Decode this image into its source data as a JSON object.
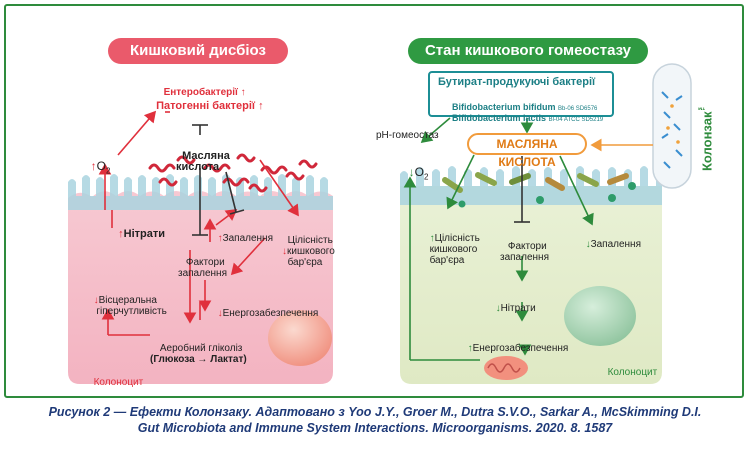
{
  "left": {
    "title": "Кишковий дисбіоз",
    "enterobacteria": "Ентеробактерії",
    "pathogenic": "Патогенні бактерії",
    "butyric_line1": "Масляна",
    "butyric_line2": "кислота",
    "o2": "O",
    "o2_sub": "2",
    "nitrates": "Нітрати",
    "inflammation": "Запалення",
    "integrity_line1": "Цілісність",
    "integrity_line2": "кишкового",
    "integrity_line3": "бар'єра",
    "factors_line1": "Фактори",
    "factors_line2": "запалення",
    "visceral_line1": "Вісцеральна",
    "visceral_line2": "гіперчутливість",
    "energy": "Енергозабезпечення",
    "glycolysis_line1": "Аеробний гліколіз",
    "glycolysis_line2": "(Глюкоза → Лактат)",
    "colonocyte": "Колоноцит"
  },
  "right": {
    "title": "Стан кишкового гомеостазу",
    "bact_title": "Бутират-продукуючі бактерії",
    "bact_line1": "Bifidobacterium bifidum",
    "bact_code1": "Bb-06 SD6576",
    "bact_line2": "Bifidobacterium lactis",
    "bact_code2": "Bl-04 ATCC SD5219",
    "ph": "pH-гомеостаз",
    "butyric": "МАСЛЯНА КИСЛОТА",
    "o2": "O",
    "o2_sub": "2",
    "integrity_line1": "Цілісність",
    "integrity_line2": "кишкового",
    "integrity_line3": "бар'єра",
    "factors_line1": "Фактори",
    "factors_line2": "запалення",
    "inflammation": "Запалення",
    "nitrates": "Нітрати",
    "energy": "Енергозабезпечення",
    "colonocyte": "Колоноцит",
    "product": "Колонзак",
    "product_tm": "™"
  },
  "caption_line1": "Рисунок 2 — Ефекти Колонзаку. Адаптовано з Yoo J.Y., Groer M., Dutra S.V.O., Sarkar A., McSkimming D.I.",
  "caption_line2": "Gut Microbiota and Immune System Interactions. Microorganisms. 2020. 8. 1587",
  "colors": {
    "frame": "#2e8b3c",
    "left_accent": "#e0303c",
    "right_accent": "#2e8b3c",
    "teal": "#1c8e95",
    "orange": "#f19b3c",
    "caption": "#1f3a78"
  }
}
